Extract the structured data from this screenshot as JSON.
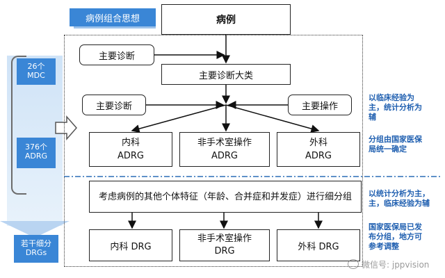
{
  "title_tag": "病例组合思想",
  "top_box": "病例",
  "main_diag_top": "主要诊断",
  "main_diag_category": "主要诊断大类",
  "main_diag_left": "主要诊断",
  "main_operation": "主要操作",
  "adrg": {
    "internal": [
      "内科",
      "ADRG"
    ],
    "nonsurgical": [
      "非手术室操作",
      "ADRG"
    ],
    "surgical": [
      "外科",
      "ADRG"
    ]
  },
  "subgroup_text": "考虑病例的其他个体特征（年龄、合并症和并发症）进行细分组",
  "drg": {
    "internal": "内科 DRG",
    "nonsurgical": [
      "非手术室操作",
      "DRG"
    ],
    "surgical": "外科 DRG"
  },
  "left_stack": {
    "mdc": [
      "26个",
      "MDC"
    ],
    "adrg": [
      "376个",
      "ADRG"
    ],
    "drgs": [
      "若干细分",
      "DRGs"
    ]
  },
  "notes": {
    "n1": [
      "以临床经验为",
      "主，统计分析为",
      "辅"
    ],
    "n2": [
      "分组由国家医保",
      "局统一确定"
    ],
    "n3": [
      "以统计分析为主，",
      "主，临床经验为辅"
    ],
    "n4": [
      "国家医保局已发",
      "布分组，地方可",
      "参考调整"
    ]
  },
  "watermark": "微信号: jppvision"
}
